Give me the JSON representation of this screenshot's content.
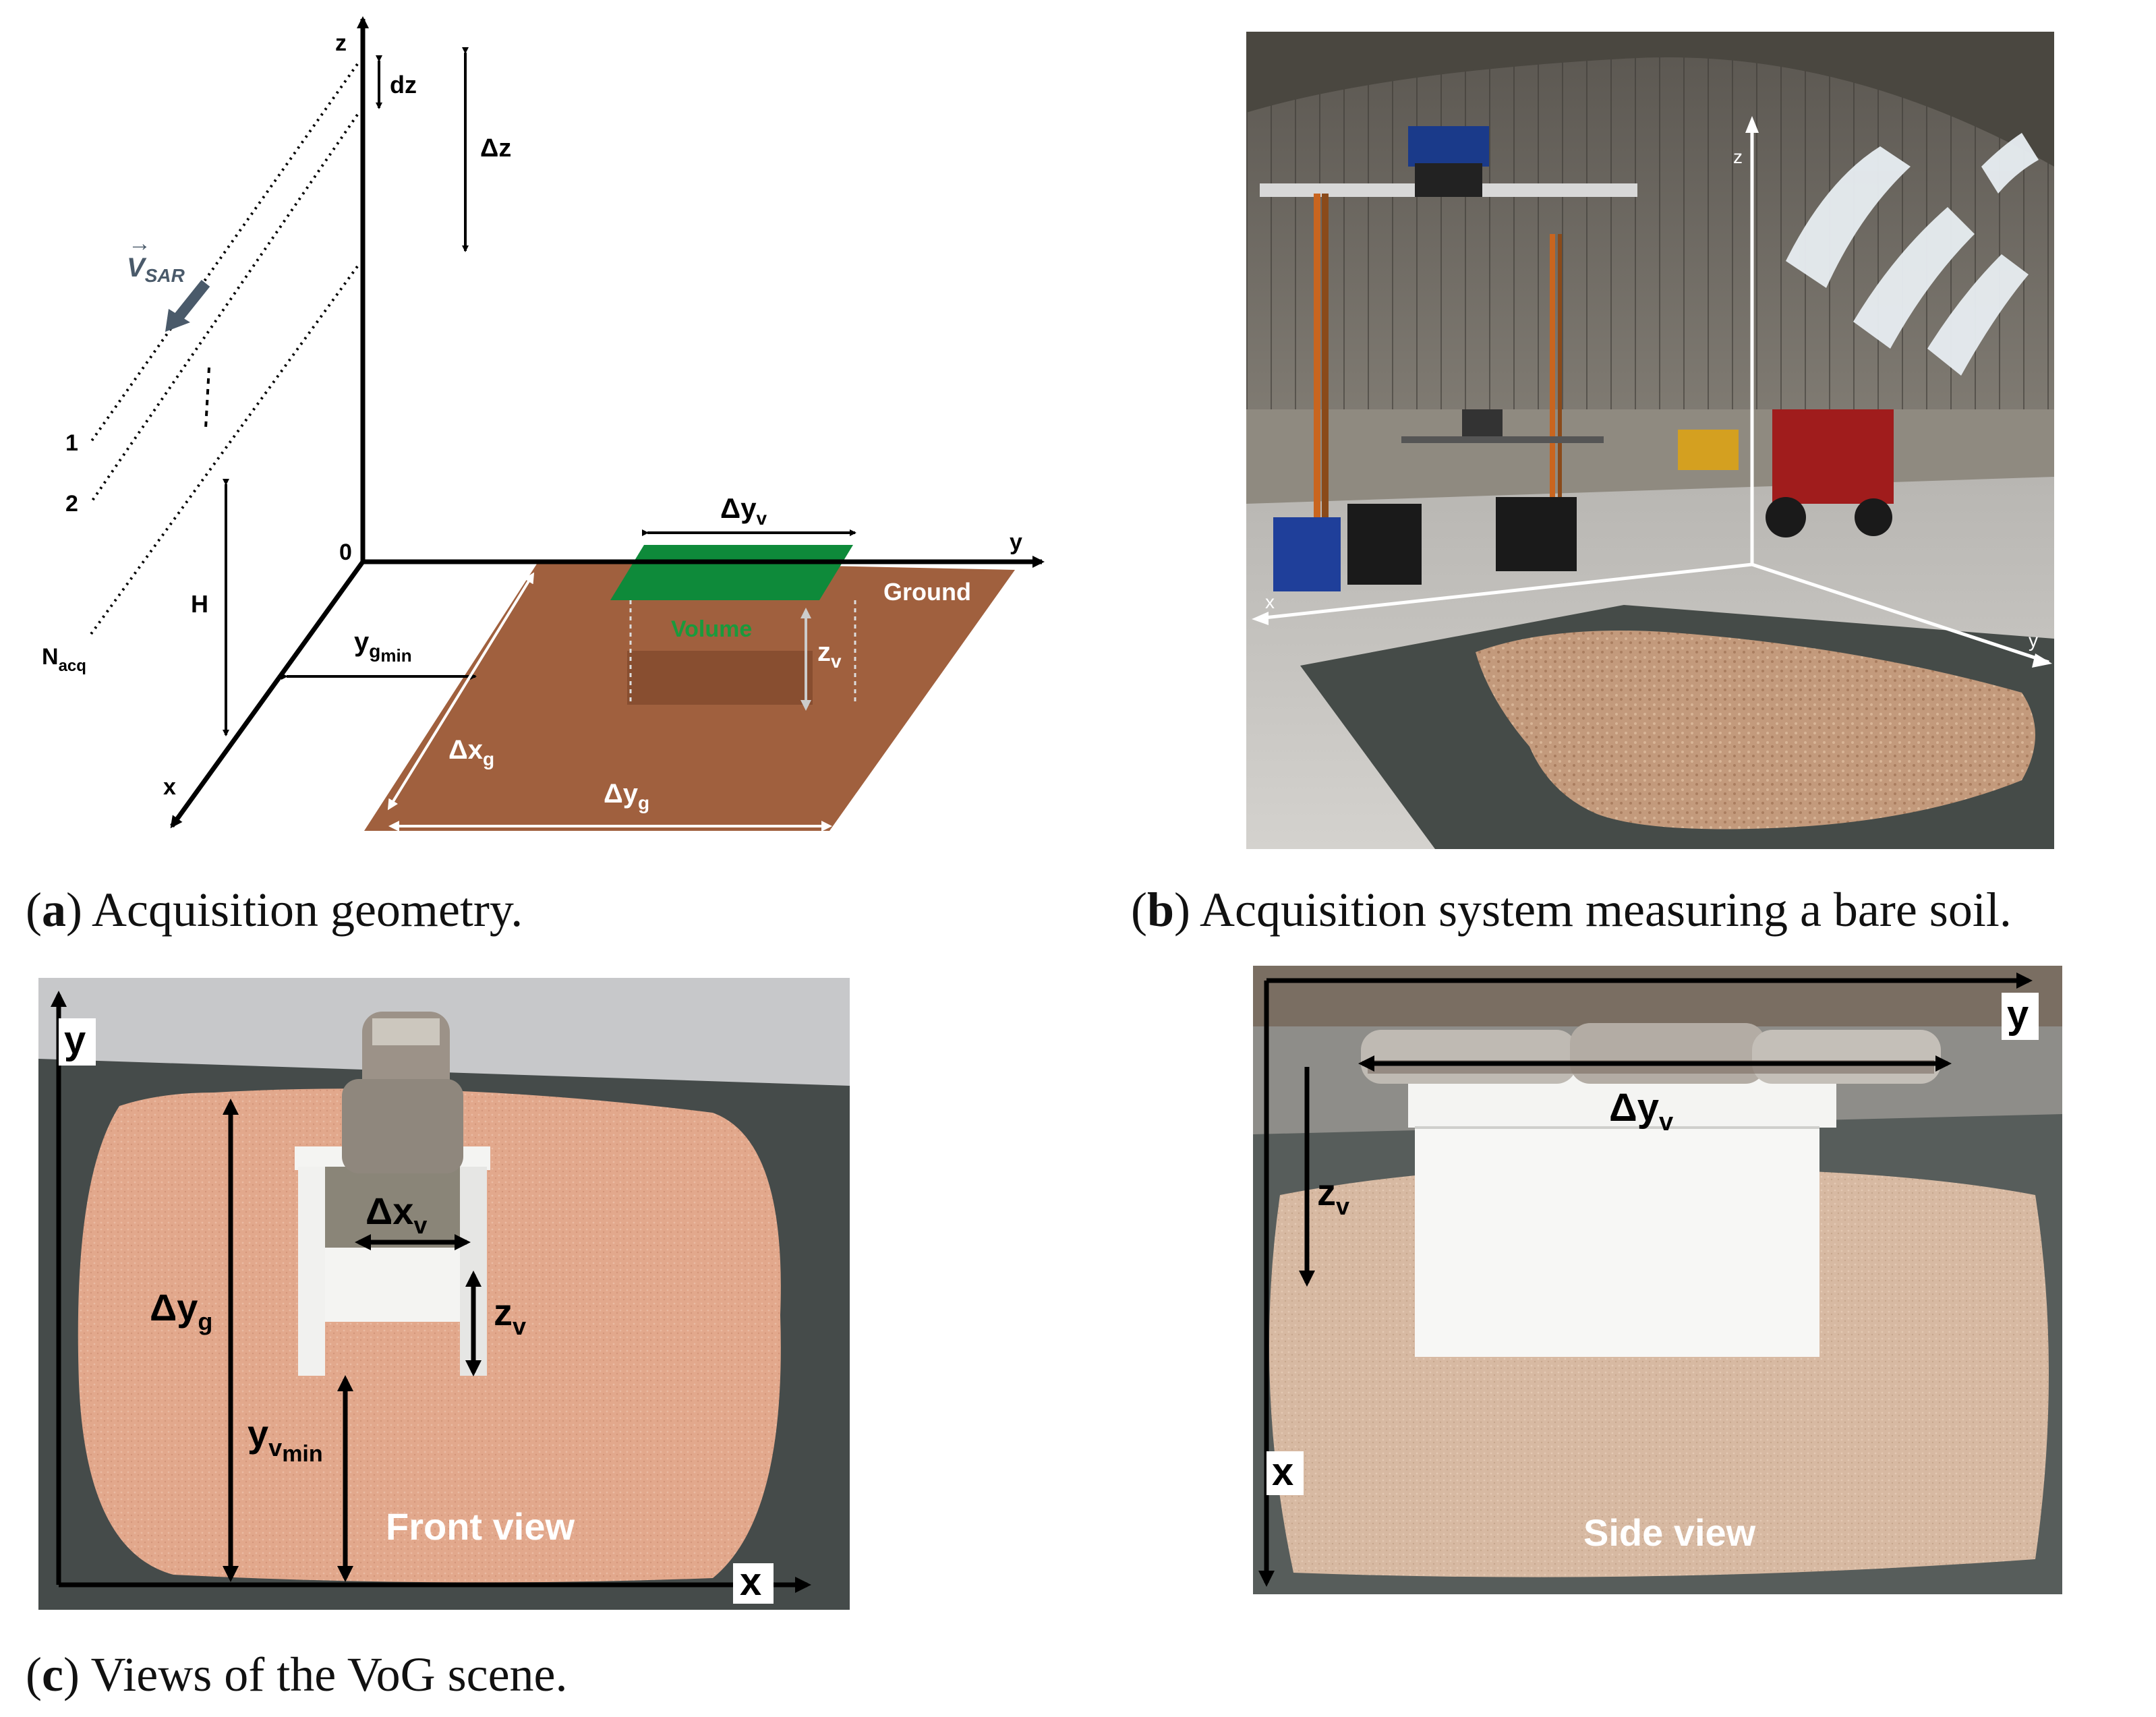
{
  "panel_a": {
    "axes": {
      "z": "z",
      "y": "y",
      "x": "x",
      "origin": "0"
    },
    "dz": "dz",
    "delta_z": "Δz",
    "v_sar": "V",
    "v_sar_sub": "SAR",
    "track_labels": [
      "1",
      "2"
    ],
    "nacq_main": "N",
    "nacq_sub": "acq",
    "height": "H",
    "yg_min_main": "y",
    "yg_min_sub": "g",
    "yg_min_subsub": "min",
    "delta_yv_main": "Δy",
    "delta_yv_sub": "v",
    "ground": "Ground",
    "volume": "Volume",
    "zv_main": "z",
    "zv_sub": "v",
    "delta_xg_main": "Δx",
    "delta_xg_sub": "g",
    "delta_yg_main": "Δy",
    "delta_yg_sub": "g",
    "colors": {
      "ground": "#a0603e",
      "volume": "#0e8a3a",
      "volume_text": "#1a9a3c"
    }
  },
  "panel_b": {
    "axes": {
      "z": "z",
      "x": "x",
      "y": "y"
    }
  },
  "panel_c1": {
    "axis_y": "y",
    "axis_x": "x",
    "delta_xv_main": "Δx",
    "delta_xv_sub": "v",
    "zv_main": "z",
    "zv_sub": "v",
    "delta_yg_main": "Δy",
    "delta_yg_sub": "g",
    "yv_min_main": "y",
    "yv_min_sub": "v",
    "yv_min_subsub": "min",
    "view_label": "Front view"
  },
  "panel_c2": {
    "axis_y": "y",
    "axis_x": "x",
    "delta_yv_main": "Δy",
    "delta_yv_sub": "v",
    "zv_main": "z",
    "zv_sub": "v",
    "view_label": "Side view"
  },
  "captions": {
    "a_letter": "a",
    "a_text": ") Acquisition geometry.",
    "b_letter": "b",
    "b_text": ") Acquisition system measuring a bare soil.",
    "c_letter": "c",
    "c_text": ") Views of the VoG scene."
  }
}
